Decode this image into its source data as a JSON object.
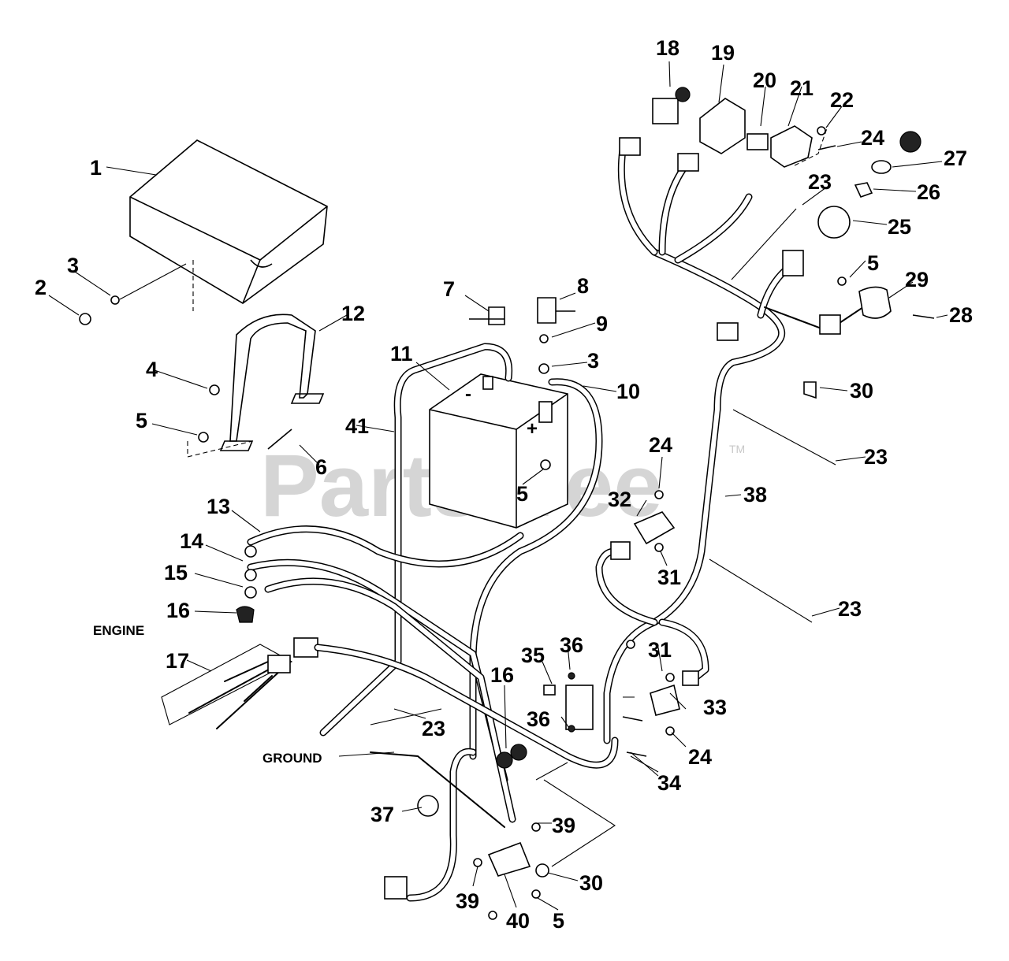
{
  "watermark": "PartsTree",
  "trademark": "TM",
  "labels": {
    "engine": "ENGINE",
    "ground": "GROUND",
    "battery_minus": "-",
    "battery_plus": "+"
  },
  "callouts": [
    "1",
    "2",
    "3",
    "4",
    "5",
    "6",
    "7",
    "8",
    "9",
    "3",
    "10",
    "11",
    "41",
    "5",
    "12",
    "13",
    "14",
    "15",
    "16",
    "17",
    "18",
    "19",
    "20",
    "21",
    "22",
    "24",
    "27",
    "23",
    "26",
    "25",
    "5",
    "29",
    "28",
    "30",
    "23",
    "24",
    "32",
    "31",
    "38",
    "23",
    "35",
    "36",
    "16",
    "36",
    "31",
    "33",
    "24",
    "34",
    "23",
    "37",
    "39",
    "39",
    "40",
    "5",
    "30"
  ]
}
